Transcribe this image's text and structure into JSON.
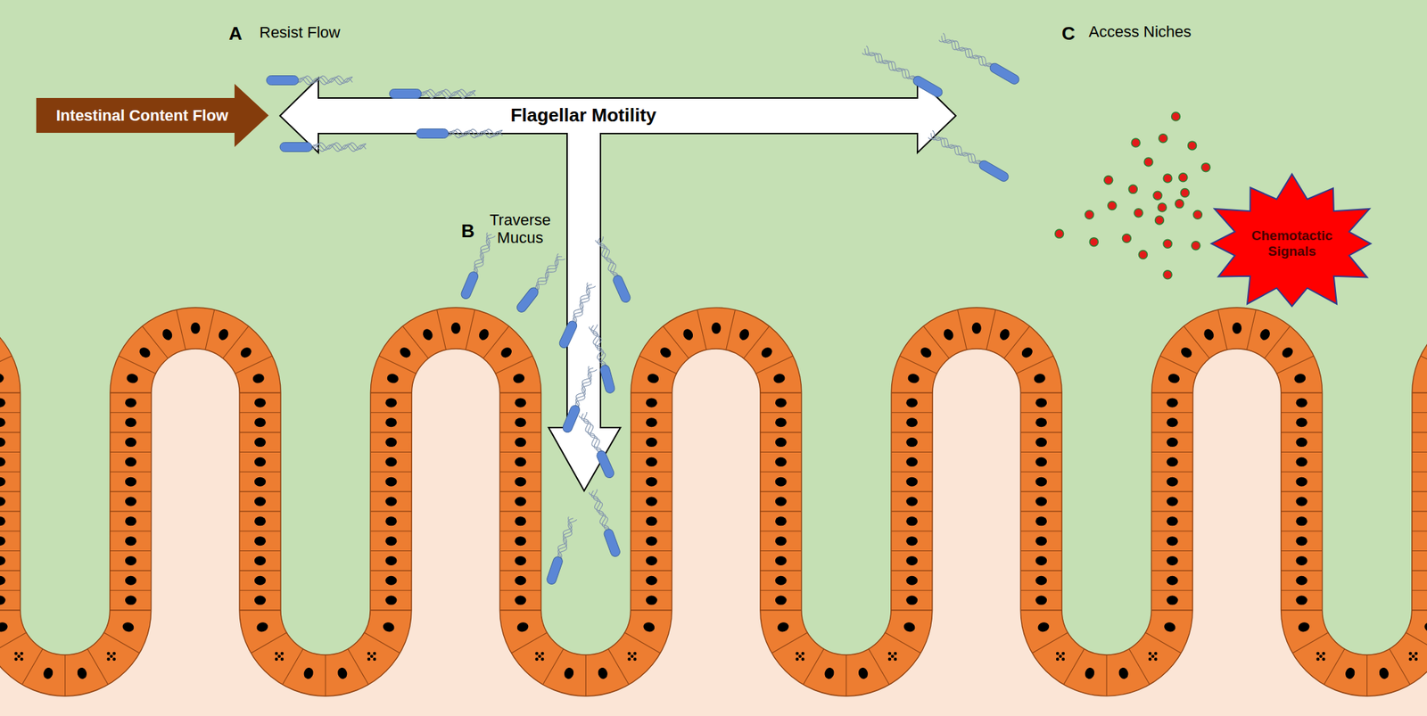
{
  "diagram": {
    "nodes": [
      {
        "text": [
          "Intestinal Content Flow"
        ]
      },
      {
        "text": [
          "Flagellar Motility"
        ]
      },
      {
        "text": [
          "Chemotactic Signals"
        ]
      }
    ],
    "labels": [
      "A",
      "Resist Flow",
      "B",
      "Traverse Mucus",
      "C",
      "Access Niches"
    ]
  }
}
